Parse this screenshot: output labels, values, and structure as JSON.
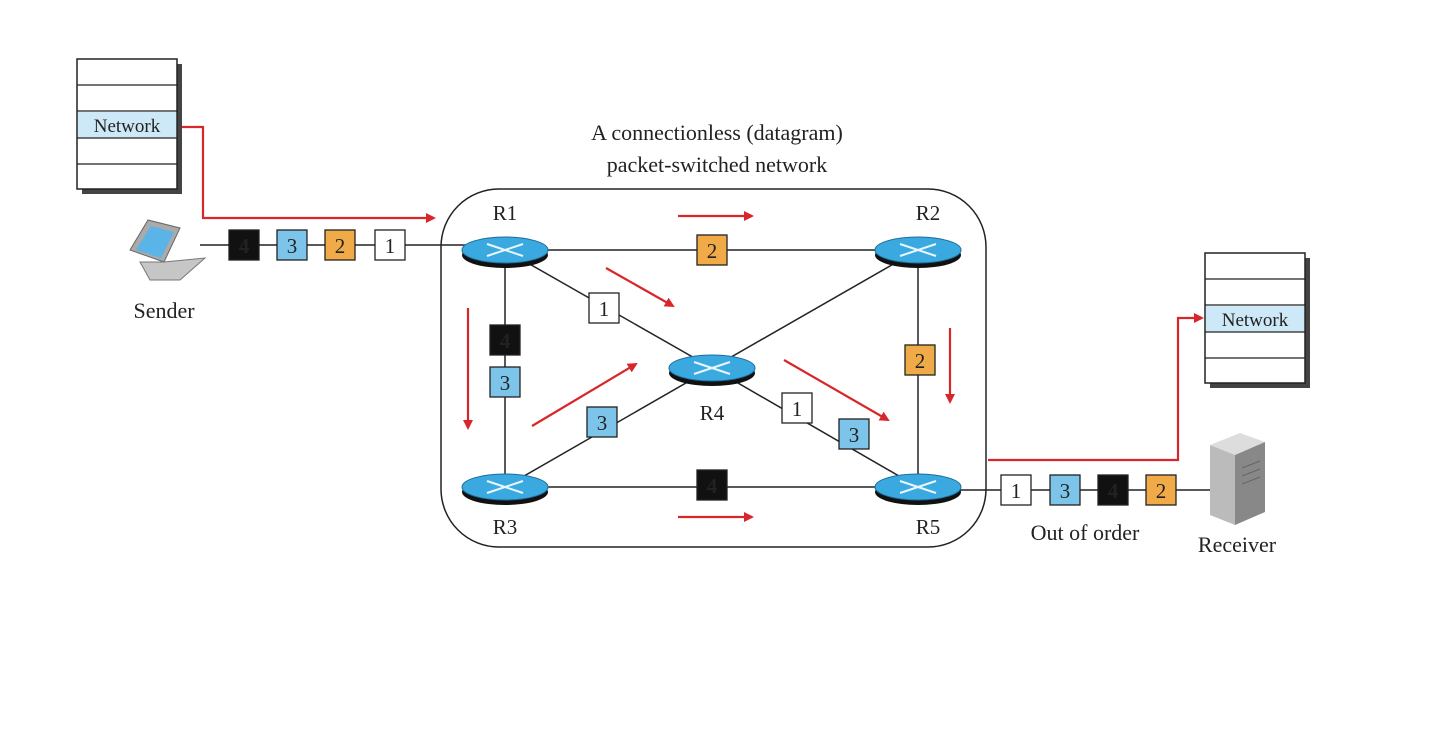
{
  "title": {
    "line1": "A connectionless (datagram)",
    "line2": "packet-switched network"
  },
  "sender": {
    "label": "Sender",
    "stack_layer": "Network"
  },
  "receiver": {
    "label": "Receiver",
    "stack_layer": "Network",
    "order_label": "Out of order"
  },
  "routers": {
    "r1": "R1",
    "r2": "R2",
    "r3": "R3",
    "r4": "R4",
    "r5": "R5"
  },
  "colors": {
    "p1": "#ffffff",
    "p2": "#f0aa48",
    "p3": "#7cc4ea",
    "p4": "#111111",
    "arrow": "#d9262b",
    "stack_highlight": "#cde8f6",
    "router": "#3aa9e0"
  },
  "sender_queue": [
    "4",
    "3",
    "2",
    "1"
  ],
  "receiver_queue": [
    "1",
    "3",
    "4",
    "2"
  ],
  "packets": {
    "r1_r2": "2",
    "r1_r4": "1",
    "r1_r3_top": "4",
    "r1_r3_bottom": "3",
    "r3_r4": "3",
    "r4_r5_a": "1",
    "r4_r5_b": "3",
    "r2_r5": "2",
    "r3_r5": "4"
  }
}
